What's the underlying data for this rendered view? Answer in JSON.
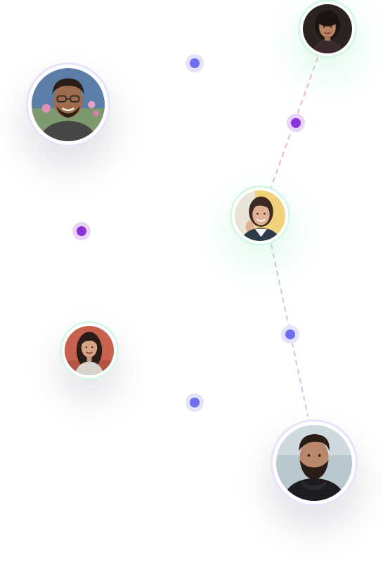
{
  "avatars": [
    {
      "id": "top-right",
      "icon": "woman-portrait-icon"
    },
    {
      "id": "top-left",
      "icon": "man-with-glasses-portrait-icon"
    },
    {
      "id": "mid-right",
      "icon": "smiling-woman-portrait-icon"
    },
    {
      "id": "mid-left",
      "icon": "woman-portrait-icon"
    },
    {
      "id": "bottom-right",
      "icon": "bearded-man-portrait-icon"
    }
  ],
  "dots": [
    {
      "id": "dot-1",
      "color": "#6f6ef3"
    },
    {
      "id": "dot-2",
      "color": "#8a33d8"
    },
    {
      "id": "dot-3",
      "color": "#8a33d8"
    },
    {
      "id": "dot-4",
      "color": "#6f6ef3"
    },
    {
      "id": "dot-5",
      "color": "#6f6ef3"
    }
  ],
  "connector_colors": {
    "top": "#f2b7cf",
    "bottom": "#c9c6f5"
  }
}
